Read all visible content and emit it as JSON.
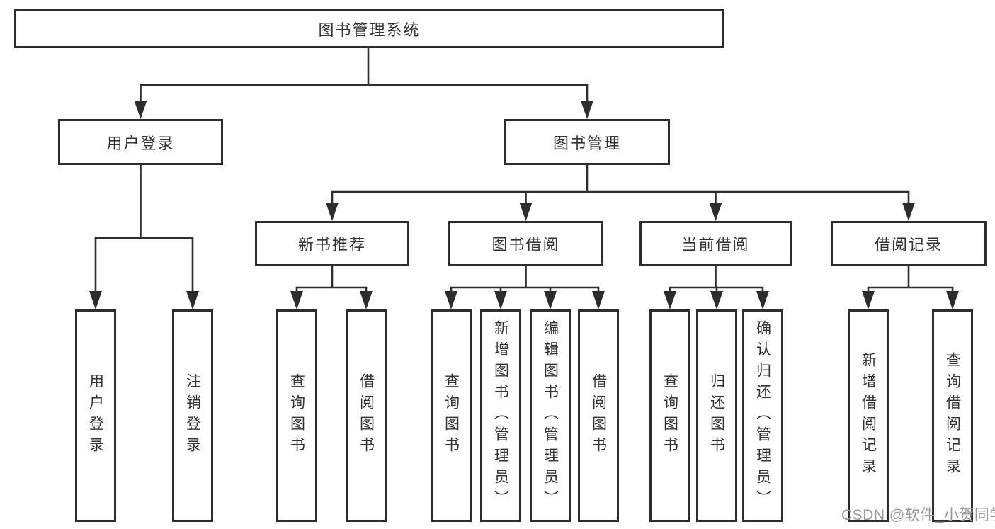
{
  "colors": {
    "line": "#2d2d2d",
    "text": "#333333",
    "watermark": "#9b9b9b",
    "background": "#ffffff"
  },
  "tree": {
    "root": {
      "label": "图书管理系统"
    },
    "level2": [
      {
        "label": "用户登录"
      },
      {
        "label": "图书管理"
      }
    ],
    "level3": [
      {
        "label": "新书推荐"
      },
      {
        "label": "图书借阅"
      },
      {
        "label": "当前借阅"
      },
      {
        "label": "借阅记录"
      }
    ],
    "leaves": {
      "user_login": [
        {
          "label": "用户登录"
        },
        {
          "label": "注销登录"
        }
      ],
      "new_book_rec": [
        {
          "label": "查询图书"
        },
        {
          "label": "借阅图书"
        }
      ],
      "book_borrow": [
        {
          "label": "查询图书"
        },
        {
          "label": "新增图书（管理员）"
        },
        {
          "label": "编辑图书（管理员）"
        },
        {
          "label": "借阅图书"
        }
      ],
      "current_borrow": [
        {
          "label": "查询图书"
        },
        {
          "label": "归还图书"
        },
        {
          "label": "确认归还（管理员）"
        }
      ],
      "borrow_record": [
        {
          "label": "新增借阅记录"
        },
        {
          "label": "查询借阅记录"
        }
      ]
    }
  },
  "watermark": {
    "text": "CSDN @软件_小贺同学"
  }
}
